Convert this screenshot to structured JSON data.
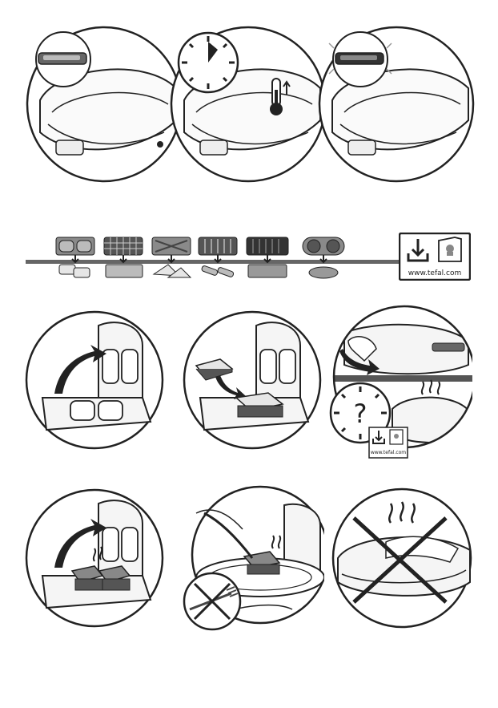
{
  "website": {
    "header_url": "www.tefal.com",
    "small_url": "www.tefal.com"
  },
  "timer": {
    "question_mark": "?"
  },
  "plates": {
    "count": 6,
    "types": [
      "sandwich-plate",
      "waffle-plate",
      "triangle-plate",
      "grill-plate",
      "dark-grill-plate",
      "pancake-plate"
    ]
  },
  "icons": {
    "download": "download-icon",
    "recipe_book": "recipe-book-icon",
    "thermometer": "thermometer-icon",
    "clock": "clock-icon"
  },
  "colors": {
    "line": "#222222",
    "plate_dark": "#555555",
    "plate_mid": "#8a8a8a",
    "plate_light": "#bdbdbd",
    "bread": "#e6e6e6",
    "band": "#666666"
  }
}
